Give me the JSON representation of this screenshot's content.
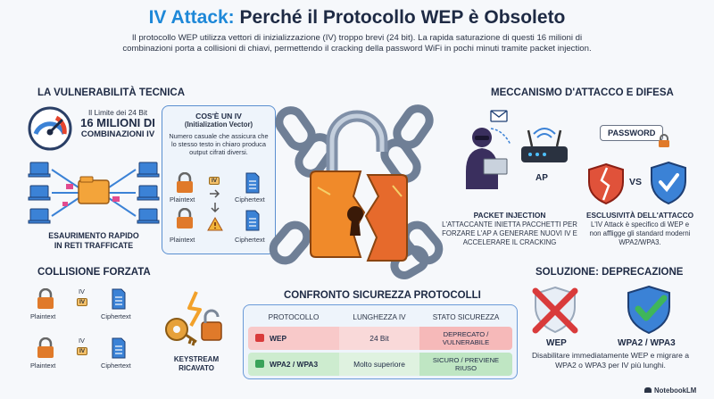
{
  "header": {
    "title_accent": "IV Attack:",
    "title_rest": "Perché il Protocollo WEP è Obsoleto",
    "subtitle": "Il protocollo WEP utilizza vettori di inizializzazione (IV) troppo brevi (24 bit). La rapida saturazione di questi 16 milioni di combinazioni porta a collisioni di chiavi, permettendo il cracking della password WiFi in pochi minuti tramite packet injection."
  },
  "vulnerability": {
    "heading": "LA VULNERABILITÀ TECNICA",
    "limit_label": "Il Limite dei 24 Bit",
    "limit_value": "16 MILIONI DI",
    "limit_unit": "COMBINAZIONI IV",
    "exhaustion_line1": "ESAURIMENTO RAPIDO",
    "exhaustion_line2": "IN RETI TRAFFICATE"
  },
  "iv_card": {
    "title": "COS'È UN IV",
    "subtitle": "(Initialization Vector)",
    "description": "Numero casuale che assicura che lo stesso testo in chiaro produca output cifrati diversi.",
    "plaintext": "Plaintext",
    "iv": "IV",
    "ciphertext": "Ciphertext"
  },
  "collision": {
    "heading": "COLLISIONE FORZATA",
    "plaintext": "Plaintext",
    "iv": "IV",
    "ciphertext": "Ciphertext",
    "keystream_line1": "KEYSTREAM",
    "keystream_line2": "RICAVATO"
  },
  "mechanism": {
    "heading": "MECCANISMO D'ATTACCO E DIFESA",
    "ap_label": "AP",
    "injection_title": "PACKET INJECTION",
    "injection_text": "L'ATTACCANTE INIETTA PACCHETTI PER FORZARE L'AP A GENERARE NUOVI IV E ACCELERARE IL CRACKING",
    "password_label": "PASSWORD",
    "vs_label": "VS",
    "exclusive_title": "ESCLUSIVITÀ DELL'ATTACCO",
    "exclusive_text": "L'IV Attack è specifico di WEP e non affligge gli standard moderni WPA2/WPA3."
  },
  "comparison": {
    "heading": "CONFRONTO SICUREZZA PROTOCOLLI",
    "columns": [
      "PROTOCOLLO",
      "LUNGHEZZA IV",
      "STATO SICUREZZA"
    ],
    "rows": [
      {
        "protocol": "WEP",
        "iv_length": "24 Bit",
        "status": "DEPRECATO / VULNERABILE"
      },
      {
        "protocol": "WPA2 / WPA3",
        "iv_length": "Molto superiore",
        "status": "SICURO / PREVIENE RIUSO"
      }
    ]
  },
  "solution": {
    "heading": "SOLUZIONE: DEPRECAZIONE",
    "wep_label": "WEP",
    "wpa_label": "WPA2 / WPA3",
    "text": "Disabilitare immediatamente WEP e migrare a WPA2 o WPA3 per IV più lunghi."
  },
  "footer": {
    "brand": "NotebookLM"
  },
  "colors": {
    "accent": "#1e88d8",
    "danger": "#d93b3b",
    "safe": "#3aa35a",
    "lock": "#e07a2a"
  }
}
